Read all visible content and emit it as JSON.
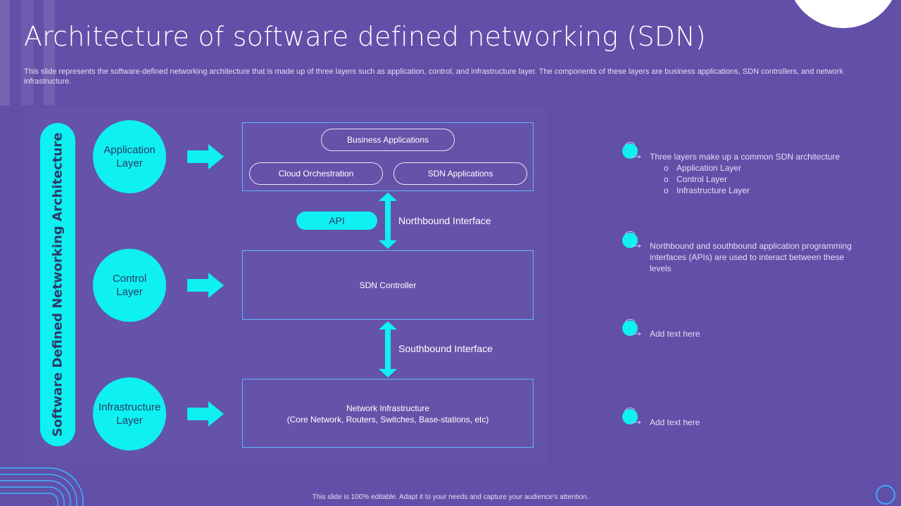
{
  "slide": {
    "title": "Architecture of software defined networking (SDN)",
    "subtitle": "This slide represents the software-defined networking architecture that is made up of three layers such as application, control, and infrastructure layer. The components of these layers are business applications, SDN controllers, and network infrastructure.",
    "footer": "This slide is 100% editable. Adapt it to your needs and capture your audience's attention."
  },
  "colors": {
    "background": "#624fa8",
    "accent_cyan": "#0ff0f0",
    "box_border": "#5fb6ff",
    "dark_text": "#2a3b6b"
  },
  "diagram": {
    "vertical_label": "Software Defined Networking Architecture",
    "layers": [
      {
        "label": "Application\nLayer",
        "icon": "arrow-right-icon"
      },
      {
        "label": "Control\nLayer",
        "icon": "arrow-right-icon"
      },
      {
        "label": "Infrastructure\nLayer",
        "icon": "arrow-right-icon"
      }
    ],
    "application_box": {
      "items": [
        "Business Applications",
        "Cloud Orchestration",
        "SDN Applications"
      ]
    },
    "api_label": "API",
    "northbound_label": "Northbound Interface",
    "controller_box": {
      "label": "SDN Controller"
    },
    "southbound_label": "Southbound Interface",
    "infrastructure_box": {
      "label": "Network Infrastructure\n(Core Network, Routers, Switches, Base-stations, etc)"
    }
  },
  "notes": [
    {
      "text": "Three layers make up a common SDN architecture",
      "sub_items": [
        "Application Layer",
        "Control Layer",
        "Infrastructure  Layer"
      ],
      "icon": "cycle-bullet-icon"
    },
    {
      "text": "Northbound and southbound application programming interfaces (APIs) are used to interact between these levels",
      "icon": "cycle-bullet-icon"
    },
    {
      "text": "Add text here",
      "icon": "cycle-bullet-icon"
    },
    {
      "text": "Add text here",
      "icon": "cycle-bullet-icon"
    }
  ]
}
